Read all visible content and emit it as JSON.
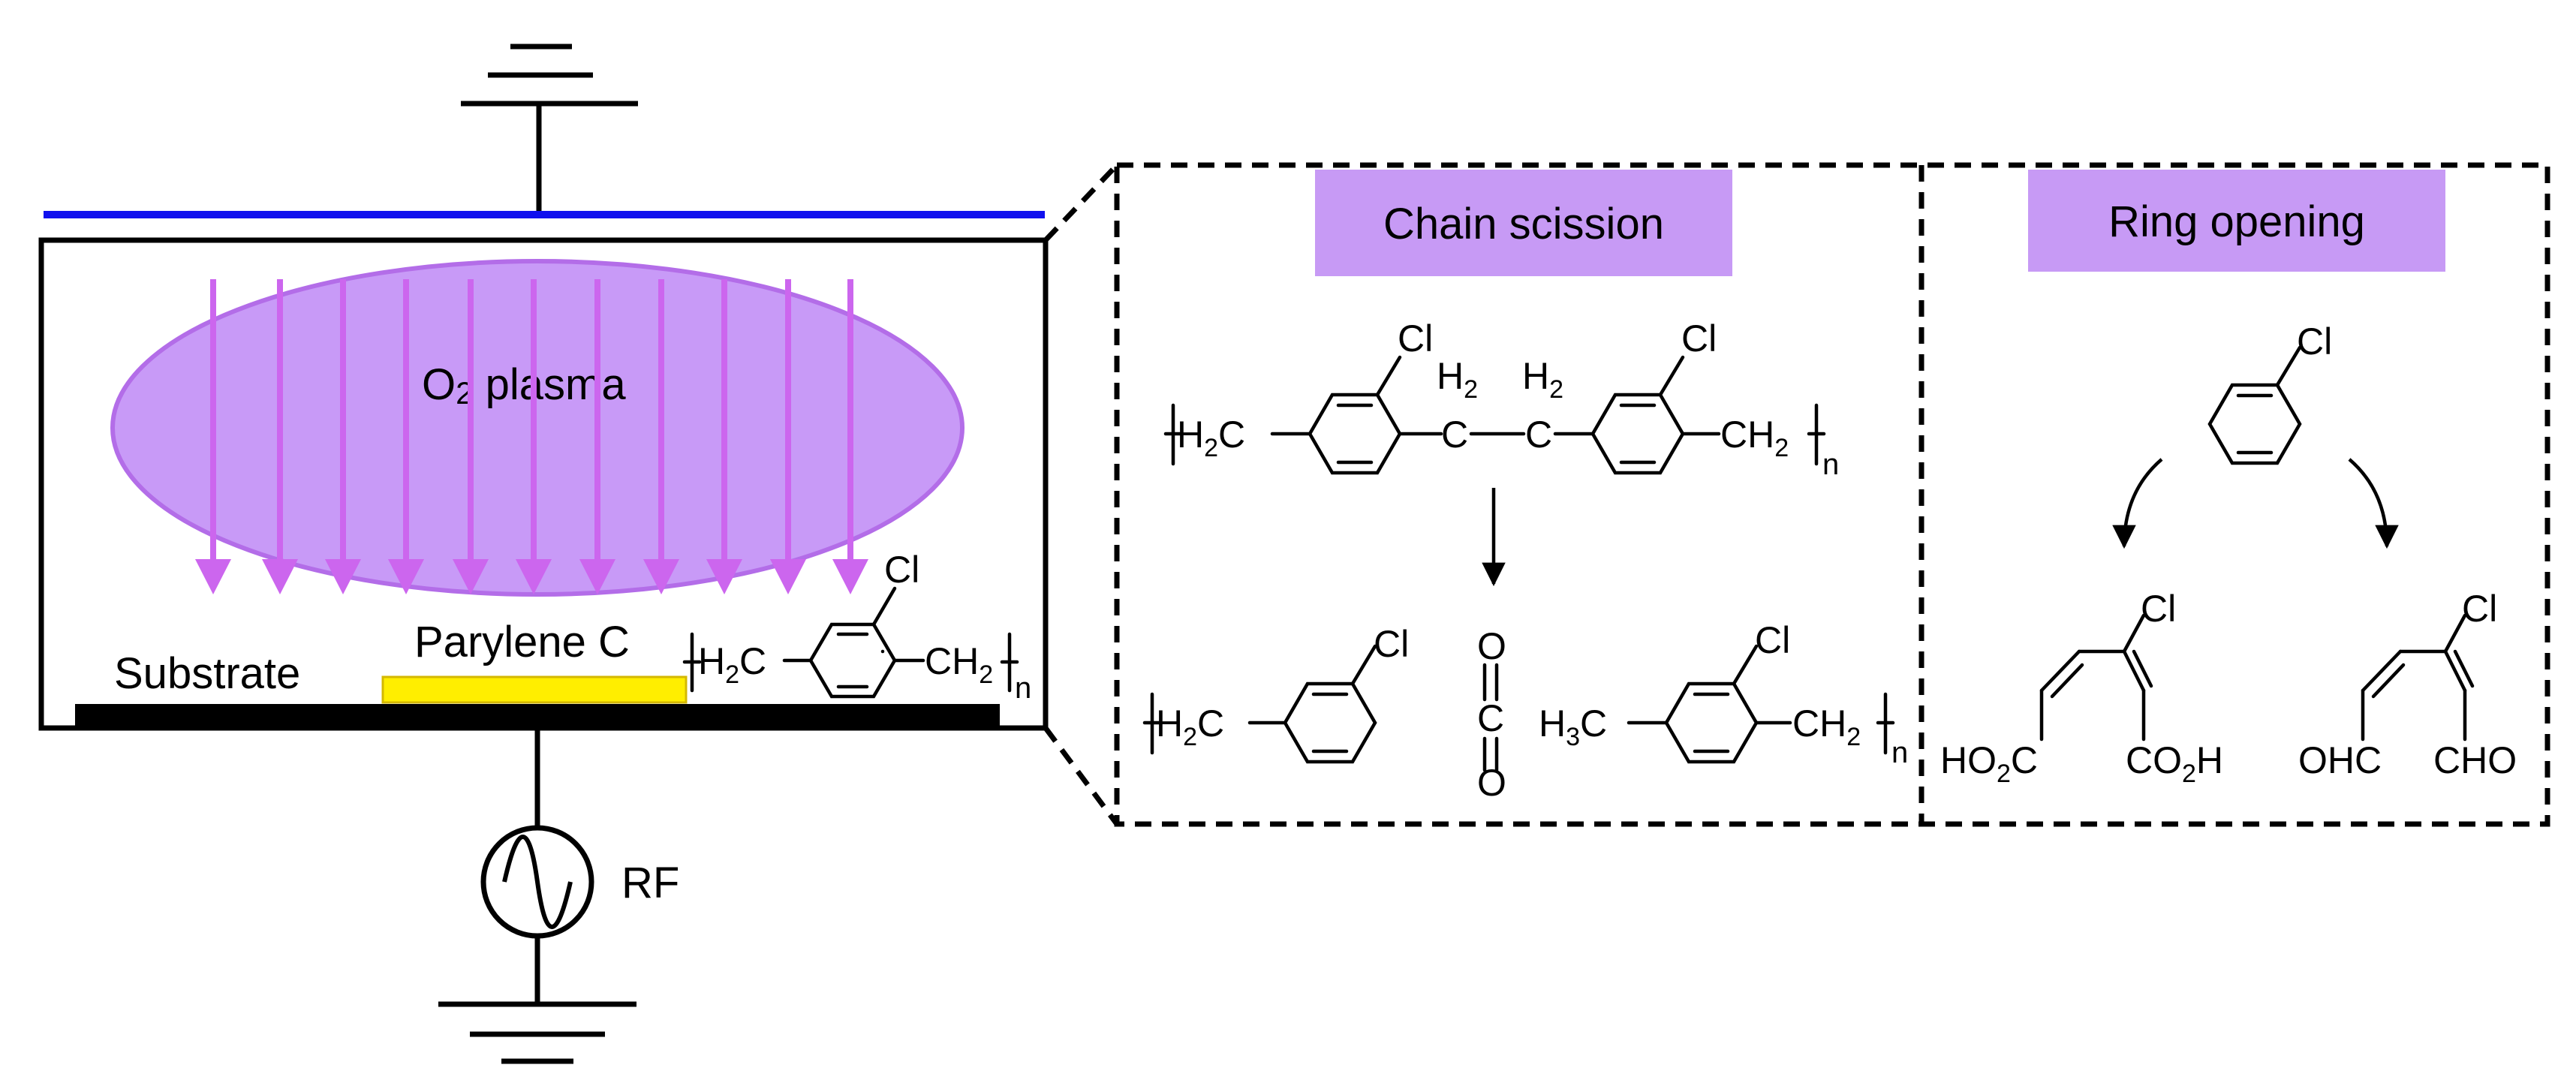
{
  "plasma_label": {
    "main": "O",
    "sub": "2",
    "rest": " plasma"
  },
  "chamber_labels": {
    "substrate": "Substrate",
    "parylene": "Parylene C",
    "rf": "RF"
  },
  "panels": {
    "chain_scission": "Chain scission",
    "ring_opening": "Ring opening"
  },
  "colors": {
    "top_electrode": "#1010ee",
    "plasma_fill": "#c89af7",
    "plasma_stroke": "#b36de8",
    "arrow": "#cc66ee",
    "parylene_film": "#ffee00",
    "panel_header": "#c79af5",
    "substrate": "#000000"
  },
  "chemistry": {
    "cl": "Cl",
    "ch2_group": "H",
    "ch2_sub": "2",
    "ch2_c": "C",
    "h2_label": "H",
    "h2_sub": "2",
    "c_atom": "C",
    "o_atom": "O",
    "n": "n",
    "h3c": "H",
    "h3_sub": "3",
    "ho2c": "HO",
    "co2h": "CO",
    "ohc": "OHC",
    "cho": "CHO"
  }
}
